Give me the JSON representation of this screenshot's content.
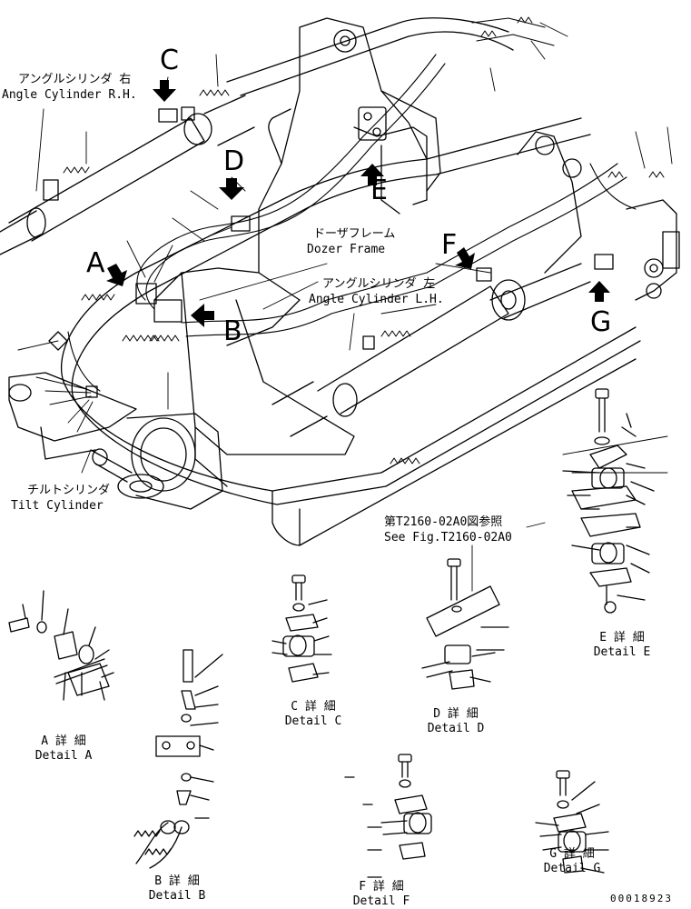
{
  "callouts": {
    "angle_cyl_rh_jp": "アングルシリンダ 右",
    "angle_cyl_rh_en": "Angle Cylinder R.H.",
    "angle_cyl_lh_jp": "アングルシリンダ 左",
    "angle_cyl_lh_en": "Angle Cylinder L.H.",
    "dozer_frame_jp": "ドーザフレーム",
    "dozer_frame_en": "Dozer Frame",
    "tilt_cyl_jp": "チルトシリンダ",
    "tilt_cyl_en": "Tilt Cylinder",
    "see_fig_jp": "第T2160-02A0図参照",
    "see_fig_en": "See Fig.T2160-02A0"
  },
  "detail_letters": [
    "A",
    "B",
    "C",
    "D",
    "E",
    "F",
    "G"
  ],
  "details": {
    "a": {
      "jp": "A 詳 細",
      "en": "Detail A"
    },
    "b": {
      "jp": "B 詳 細",
      "en": "Detail B"
    },
    "c": {
      "jp": "C 詳 細",
      "en": "Detail C"
    },
    "d": {
      "jp": "D 詳 細",
      "en": "Detail D"
    },
    "e": {
      "jp": "E 詳 細",
      "en": "Detail E"
    },
    "f": {
      "jp": "F 詳 細",
      "en": "Detail F"
    },
    "g": {
      "jp": "G 詳 細",
      "en": "Detail G"
    }
  },
  "drawing_number": "00018923"
}
